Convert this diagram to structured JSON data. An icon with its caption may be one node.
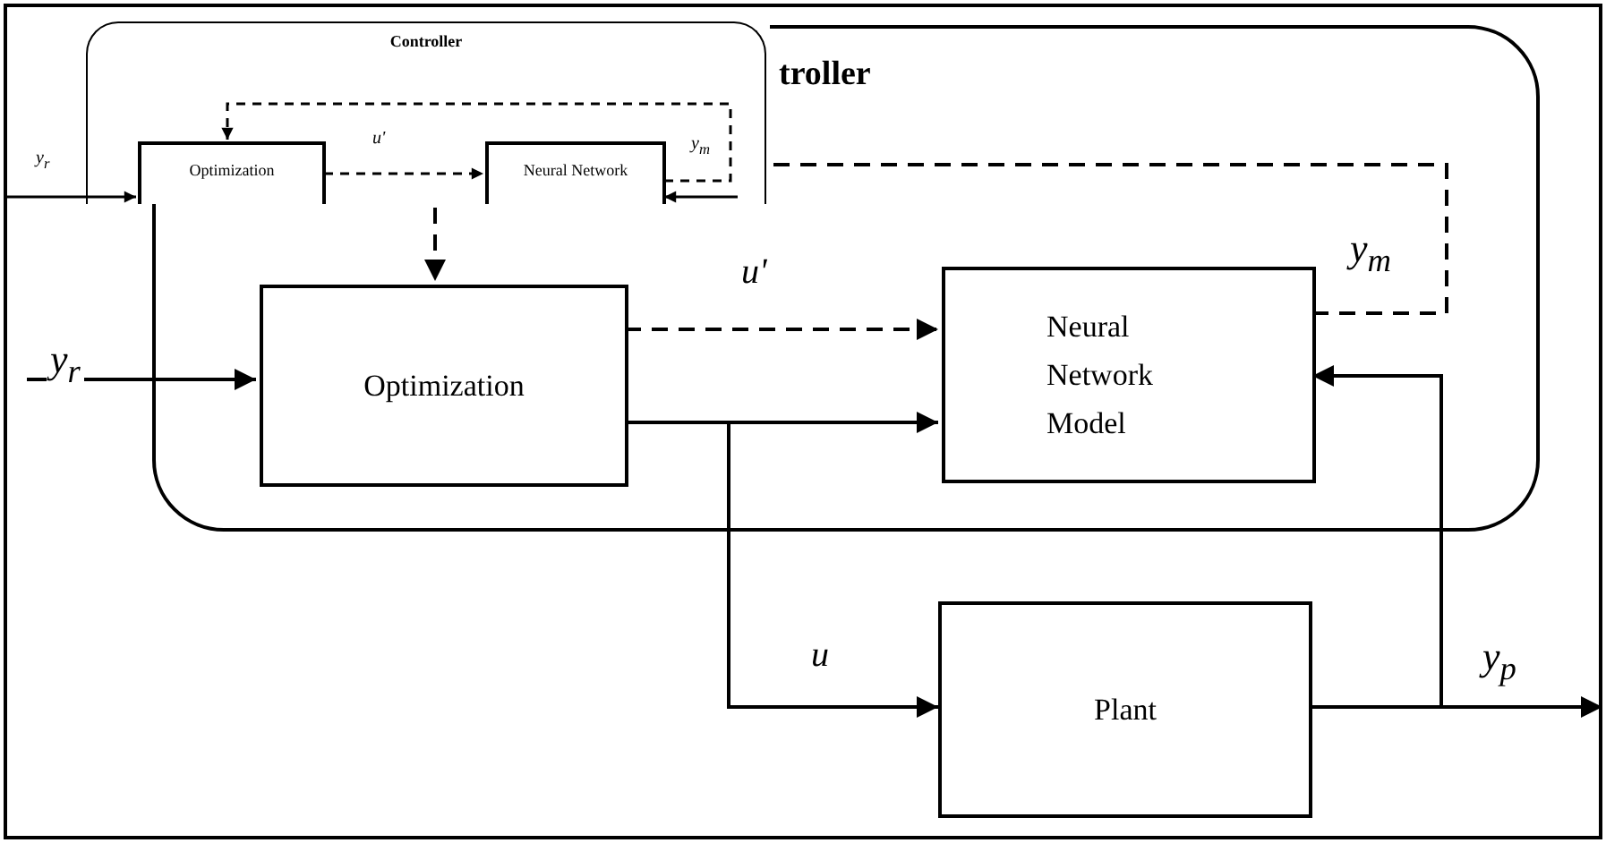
{
  "diagram": {
    "nodes": [
      {
        "text": [
          "troller"
        ]
      },
      {
        "text": [
          "Optimization"
        ],
        "in": 0
      },
      {
        "text": [
          "Neural Network Model"
        ],
        "in": 0
      },
      {
        "text": [
          "Plant"
        ]
      },
      {
        "text": [
          "Controller"
        ]
      },
      {
        "text": [
          "Optimization"
        ],
        "in": 4
      },
      {
        "text": [
          "Neural Network"
        ],
        "in": 4
      }
    ],
    "edges": [
      {
        "from": null,
        "to": 1,
        "arrow": "to",
        "label": "y$_{r}$"
      },
      {
        "from": 1,
        "to": 2,
        "arrow": "to",
        "label": "u'",
        "style": "dashed"
      },
      {
        "from": 1,
        "to": 2,
        "arrow": "to"
      },
      {
        "from": 1,
        "to": 3,
        "arrow": "to",
        "label": "u"
      },
      {
        "from": 3,
        "to": null,
        "arrow": "to",
        "label": "y$_{p}$"
      },
      {
        "from": 3,
        "to": 2,
        "arrow": "to"
      },
      {
        "from": 2,
        "to": 1,
        "arrow": "to",
        "label": "y$_{m}$",
        "style": "dashed"
      },
      {
        "from": null,
        "to": 5,
        "arrow": "to",
        "label": "y$_{r}$"
      },
      {
        "from": 5,
        "to": 6,
        "arrow": "to",
        "label": "u'",
        "style": "dashed"
      },
      {
        "from": 6,
        "to": 5,
        "arrow": "to",
        "label": "y$_{m}$",
        "style": "dashed"
      },
      {
        "from": null,
        "to": 6,
        "arrow": "to"
      }
    ]
  }
}
